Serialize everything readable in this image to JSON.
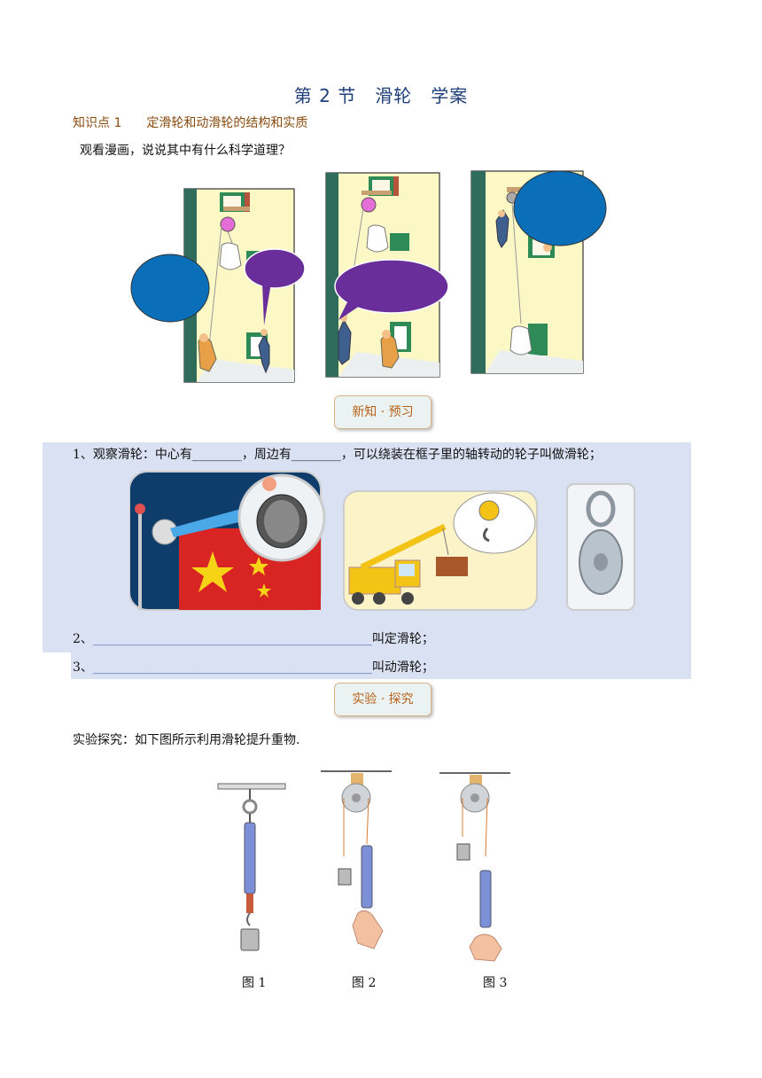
{
  "doc": {
    "title": "第 2 节　滑轮　学案",
    "knowledge_point": {
      "label": "知识点 1",
      "text": "定滑轮和动滑轮的结构和实质"
    },
    "intro": "观看漫画，说说其中有什么科学道理？",
    "btn_preview": "新知 · 预习",
    "q1": "1、观察滑轮：中心有________，周边有________，可以绕装在框子里的轴转动的轮子叫做滑轮；",
    "q2_prefix": "2、",
    "q2_blank": "_____________________________________________",
    "q2_suffix": "叫定滑轮；",
    "q3_prefix": "3、",
    "q3_blank": "_____________________________________________",
    "q3_suffix": "叫动滑轮；",
    "btn_explore": "实验 · 探究",
    "experiment_intro": "实验探究：如下图所示利用滑轮提升重物.",
    "figure_captions": [
      "图 1",
      "图 2",
      "图 3"
    ]
  },
  "colors": {
    "title": "#1f3f7a",
    "kp": "#8a4b0f",
    "band": "#d9e1f2",
    "speech_blue": "#0a6fb8",
    "speech_purple": "#6a2e9a"
  }
}
